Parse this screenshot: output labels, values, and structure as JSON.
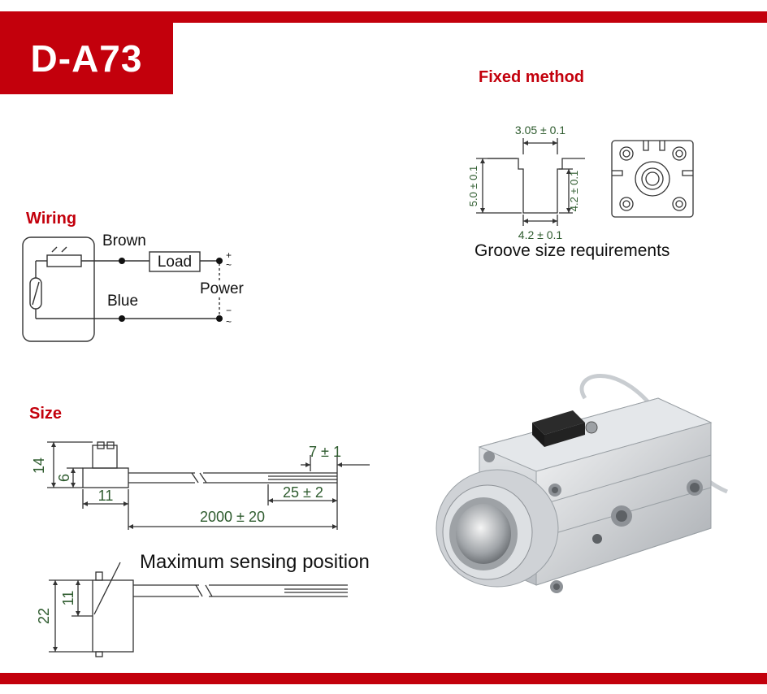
{
  "header": {
    "model": "D-A73"
  },
  "sections": {
    "fixed_method": "Fixed method",
    "wiring": "Wiring",
    "size": "Size"
  },
  "groove": {
    "dim_top": "3.05 ± 0.1",
    "dim_left": "5.0 ± 0.1",
    "dim_right": "4.2 ± 0.1",
    "dim_bottom": "4.2 ± 0.1",
    "caption": "Groove size requirements"
  },
  "wiring": {
    "brown": "Brown",
    "blue": "Blue",
    "load": "Load",
    "power": "Power",
    "plus": "+",
    "minus": "−",
    "tilde": "~"
  },
  "size": {
    "d14": "14",
    "d6": "6",
    "d11": "11",
    "d7": "7 ± 1",
    "d25": "25 ± 2",
    "d2000": "2000 ± 20",
    "max_sensing": "Maximum sensing position",
    "d22": "22",
    "d11b": "11"
  },
  "colors": {
    "brand_red": "#c3000c",
    "dim_green": "#2e5b2e"
  }
}
